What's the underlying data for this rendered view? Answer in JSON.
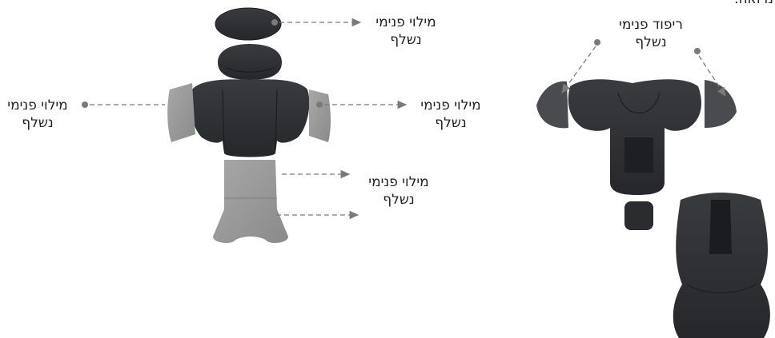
{
  "corner_text": "נרואה.",
  "labels": {
    "headrest_top": {
      "line1": "מילוי פנימי",
      "line2": "נשלף"
    },
    "side_right": {
      "line1": "מילוי פנימי",
      "line2": "נשלף"
    },
    "side_left": {
      "line1": "מילוי פנימי",
      "line2": "נשלף"
    },
    "seat_base": {
      "line1": "מילוי פנימי",
      "line2": "נשלף"
    },
    "padding": {
      "line1": "ריפוד פנימי",
      "line2": "נשלף"
    }
  },
  "colors": {
    "dark_fabric": "#2f3033",
    "grey_foam": "#9a9a9a",
    "light_foam": "#8c8c8c",
    "arrow": "#7a7a7a",
    "text": "#222222"
  }
}
